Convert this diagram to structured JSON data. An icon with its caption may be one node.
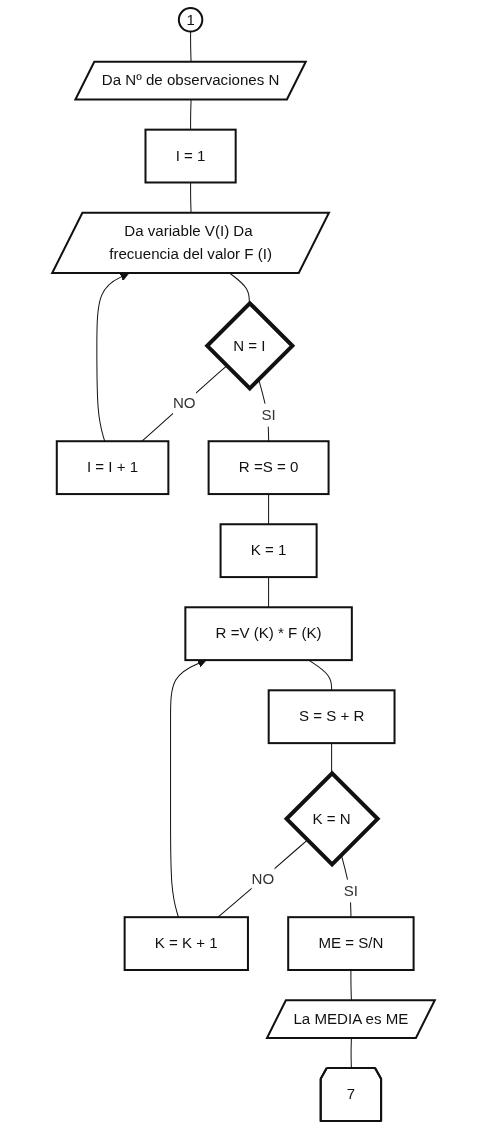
{
  "diagram": {
    "nodes": [
      {
        "text": [
          "1"
        ]
      },
      {
        "text": [
          "Da Nº de observaciones N"
        ]
      },
      {
        "text": [
          "I = 1"
        ]
      },
      {
        "text": [
          "Da variable V(I) Da frecuencia del valor F (I)"
        ]
      },
      {
        "text": [
          "N = I"
        ]
      },
      {
        "text": [
          "I = I + 1"
        ]
      },
      {
        "text": [
          "R =S = 0"
        ]
      },
      {
        "text": [
          "K = 1"
        ]
      },
      {
        "text": [
          "R =V (K) * F (K)"
        ]
      },
      {
        "text": [
          "S = S + R"
        ]
      },
      {
        "text": [
          "K = N"
        ]
      },
      {
        "text": [
          "K = K + 1"
        ]
      },
      {
        "text": [
          "ME = S/N"
        ]
      },
      {
        "text": [
          "La MEDIA es ME"
        ]
      },
      {
        "text": [
          "7"
        ]
      }
    ],
    "edges": [
      {
        "from": 0,
        "to": 1,
        "arrow": "none"
      },
      {
        "from": 1,
        "to": 2,
        "arrow": "none"
      },
      {
        "from": 2,
        "to": 3,
        "arrow": "none"
      },
      {
        "from": 3,
        "to": 4,
        "arrow": "none"
      },
      {
        "from": 4,
        "to": 5,
        "arrow": "none",
        "label": "NO"
      },
      {
        "from": 5,
        "to": 3,
        "arrow": "to"
      },
      {
        "from": 4,
        "to": 6,
        "arrow": "none",
        "label": "SI"
      },
      {
        "from": 6,
        "to": 7,
        "arrow": "none"
      },
      {
        "from": 7,
        "to": 8,
        "arrow": "none"
      },
      {
        "from": 8,
        "to": 9,
        "arrow": "none"
      },
      {
        "from": 9,
        "to": 10,
        "arrow": "none"
      },
      {
        "from": 10,
        "to": 11,
        "arrow": "none",
        "label": "NO"
      },
      {
        "from": 11,
        "to": 8,
        "arrow": "to"
      },
      {
        "from": 10,
        "to": 12,
        "arrow": "none",
        "label": "SI"
      },
      {
        "from": 12,
        "to": 13,
        "arrow": "none"
      },
      {
        "from": 13,
        "to": 14,
        "arrow": "none"
      }
    ]
  }
}
